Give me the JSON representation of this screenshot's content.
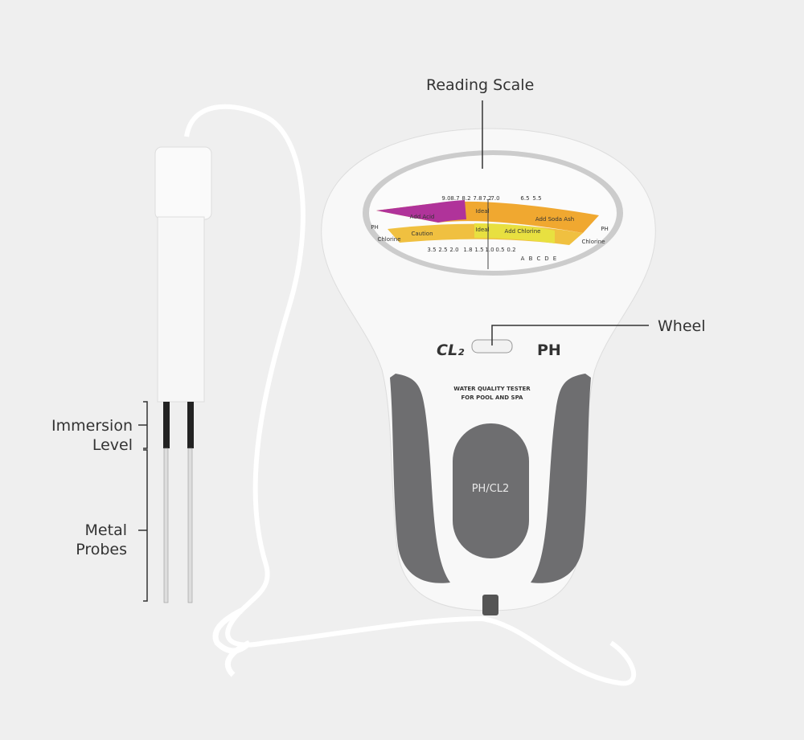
{
  "callouts": {
    "reading_scale": "Reading Scale",
    "wheel": "Wheel",
    "immersion_level": [
      "Immersion",
      "Level"
    ],
    "metal_probes": [
      "Metal",
      "Probes"
    ]
  },
  "device": {
    "left_label": "CL₂",
    "right_label": "PH",
    "tagline": [
      "WATER QUALITY TESTER",
      "FOR POOL AND SPA"
    ],
    "panel_label": "PH/CL2"
  },
  "scale": {
    "ph_ticks": [
      "9.0",
      "8.7",
      "8.2",
      "7.8",
      "7.2",
      "7.0",
      "6.5",
      "5.5"
    ],
    "ph_zones": [
      "Add Acid",
      "Ideal",
      "Add Soda Ash"
    ],
    "chlorine_zones": [
      "Caution",
      "Ideal",
      "Add Chlorine"
    ],
    "chlorine_ticks": [
      "3.5",
      "2.5",
      "2.0",
      "1.8",
      "1.5",
      "1.0",
      "0.5",
      "0.2"
    ],
    "left_label": "PH",
    "right_ph_label": "PH",
    "right_chlorine_label": "Chlorine",
    "left_chlorine_label": "Chlorine",
    "letters": [
      "A",
      "B",
      "C",
      "D",
      "E"
    ]
  },
  "colors": {
    "body": "#f7f7f7",
    "grip": "#6e6e70",
    "acid": "#b0339a",
    "orange": "#f0a830",
    "yellow": "#e8e040"
  }
}
